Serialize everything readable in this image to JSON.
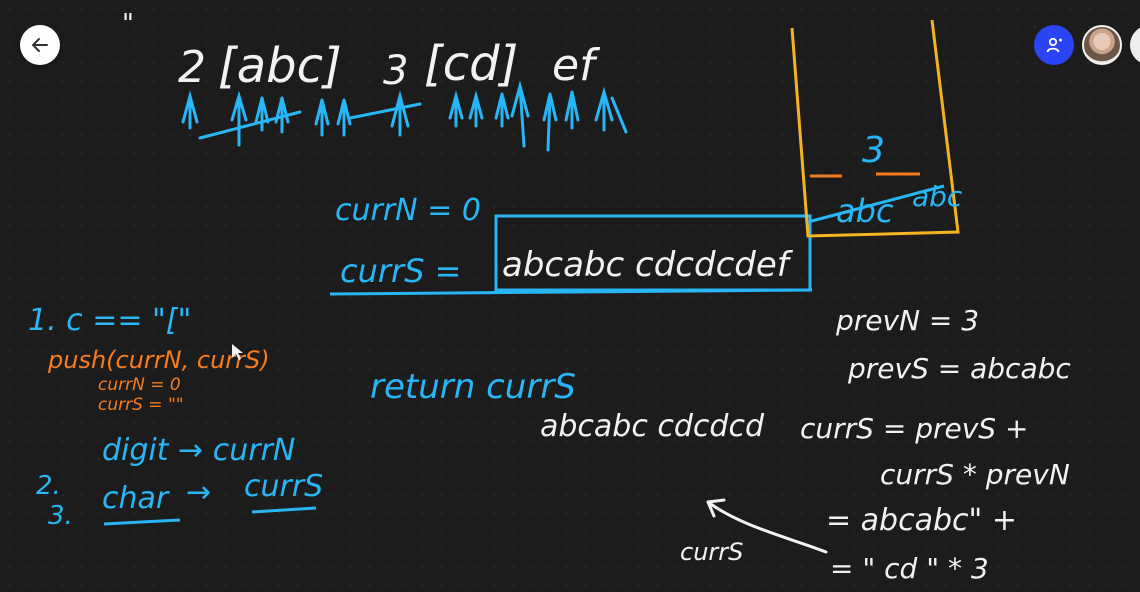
{
  "colors": {
    "background": "#1c1c1c",
    "ink_blue": "#29b6f6",
    "ink_white": "#f2f2f2",
    "ink_orange": "#f57c1f",
    "ink_yellow": "#f5b324",
    "user_button": "#2b44f6"
  },
  "toolbar": {
    "back_icon": "arrow-left-icon",
    "user_icon": "person-icon"
  },
  "board": {
    "quote_mark": "\"",
    "top_expr": {
      "n1": "2",
      "s1": "[abc]",
      "n2": "3",
      "s2": "[cd]",
      "tail": "ef"
    },
    "currN": "currN = 0",
    "currS_label": "currS =",
    "currS_value": "abcabc cdcdcdef",
    "rule1": "1.   c == \"[\"",
    "push": "push(currN, currS)",
    "reset_n": "currN = 0",
    "reset_s": "currS = \"\"",
    "rule2_num": "2.",
    "rule2": "digit → currN",
    "rule3_num": "3.",
    "rule3_char": "char",
    "rule3_arrow": "→",
    "rule3_target": "currS",
    "return_text": "return currS",
    "middle_result": "abcabc cdcdcd",
    "stack_top": "3",
    "stack_crossed": "abc",
    "stack_value": "abc",
    "prevN": "prevN = 3",
    "prevS": "prevS = abcabc",
    "formula1": "currS = prevS +",
    "formula2": "currS * prevN",
    "formula3": "= abcabc\" +",
    "formula4": "= \" cd \" * 3",
    "arrow_label": "currS"
  }
}
